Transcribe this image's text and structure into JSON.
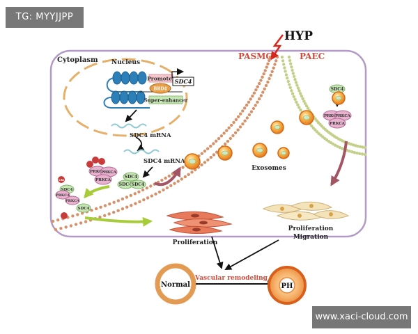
{
  "badge_text": "TG: MYYJJPP",
  "watermark_text": "www.xaci-cloud.com",
  "labels": {
    "hyp": "HYP",
    "pasmc": "PASMC",
    "paec": "PAEC",
    "cytoplasm": "Cytoplasm",
    "nucleus": "Nucleus",
    "promoter": "Promoter",
    "sdc4_gene": "SDC4",
    "super_enhancer": "Super-enhancer",
    "bd": "BRD4",
    "mrna1": "SDC4 mRNA",
    "mrna2": "SDC4 mRNA",
    "exosomes": "Exosomes",
    "proliferation_left": "Proliferation",
    "proliferation_right": "Proliferation",
    "migration": "Migration",
    "vascular_remodeling": "Vascular remodeling",
    "normal": "Normal",
    "ph": "PH",
    "sdc4": "SDC4",
    "prkca": "PRKCA",
    "ubi": "Ubi"
  },
  "colors": {
    "membrane": "#d4916a",
    "membrane_green": "#c4cf8a",
    "cell_border": "#b39ac6",
    "hyp_red": "#d9261c",
    "label_red": "#d24a3a",
    "exosome": "#f59c28",
    "arrow_mauve": "#a45563",
    "arrow_green": "#a6cc3a",
    "chromatin": "#2d7fb8"
  }
}
